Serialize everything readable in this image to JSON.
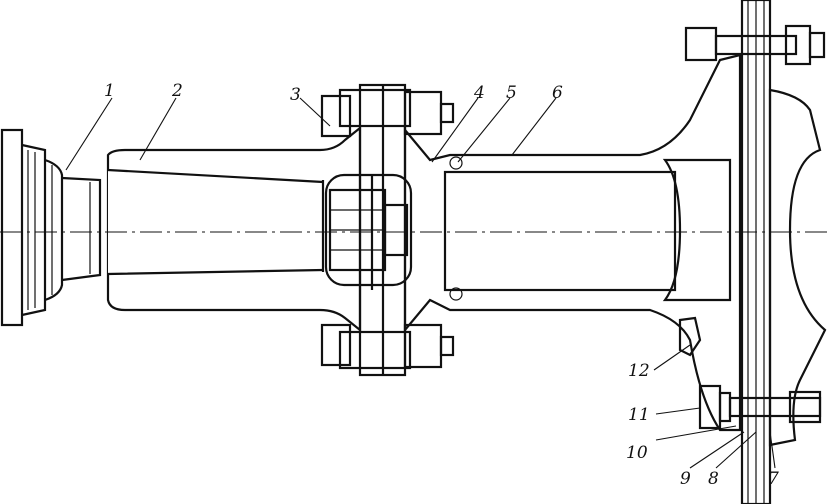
{
  "callouts": [
    "1",
    "2",
    "3",
    "4",
    "5",
    "6",
    "7",
    "8",
    "9",
    "10",
    "11",
    "12"
  ],
  "colors": {
    "ink": "#111111",
    "paper": "#ffffff"
  }
}
